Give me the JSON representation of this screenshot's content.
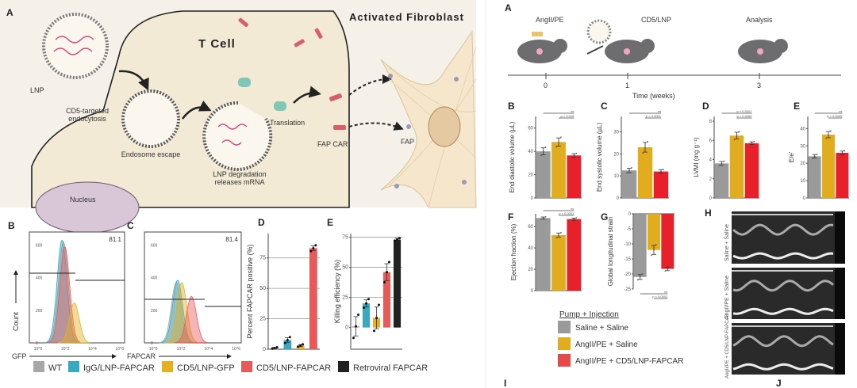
{
  "left_figure": {
    "diagram": {
      "panel": "A",
      "title_t_cell": "T Cell",
      "title_fibroblast": "Activated Fibroblast",
      "labels": {
        "lnp": "LNP",
        "endocytosis": "CD5-targeted endocytosis",
        "endosome_escape": "Endosome escape",
        "nucleus": "Nucleus",
        "degradation": "LNP degradation releases mRNA",
        "translation": "Translation",
        "fap_car": "FAP CAR",
        "fap": "FAP"
      }
    },
    "legend": [
      {
        "label": "WT",
        "color": "#a7a7a9"
      },
      {
        "label": "IgG/LNP-FAPCAR",
        "color": "#3aa9c0"
      },
      {
        "label": "CD5/LNP-GFP",
        "color": "#e5b021"
      },
      {
        "label": "CD5/LNP-FAPCAR",
        "color": "#e85a5a"
      },
      {
        "label": "Retroviral FAPCAR",
        "color": "#222222"
      }
    ]
  },
  "right_figure": {
    "timeline": {
      "panel": "A",
      "events": [
        "AngII/PE",
        "CD5/LNP",
        "Analysis"
      ],
      "ticks": [
        "0",
        "1",
        "3"
      ],
      "xlabel": "Time (weeks)"
    },
    "legend": {
      "title": "Pump + Injection",
      "items": [
        {
          "label": "Saline + Saline",
          "color": "#9a9a9a"
        },
        {
          "label": "AngII/PE + Saline",
          "color": "#e2ac1f"
        },
        {
          "label": "AngII/PE + CD5/LNP-FAPCAR",
          "color": "#e8202a"
        }
      ]
    },
    "echo": {
      "panel": "H",
      "rows": [
        "Saline + Saline",
        "AngII/PE + Saline",
        "AngII/PE + CD5/LNP-FAPCAR"
      ]
    },
    "panel_i": "I",
    "panel_j": "J"
  },
  "chart_data": [
    {
      "id": "histB",
      "panel": "B",
      "type": "histogram",
      "xlabel": "GFP",
      "ylabel": "Count",
      "xscale": "log",
      "xticks": [
        "10^0",
        "10^2",
        "10^4",
        "10^6"
      ],
      "yticks": [
        0,
        200,
        400,
        600
      ],
      "gate_percent": "81.1",
      "series": [
        {
          "color": "#a7a7a9",
          "peak_log": 2.0,
          "count": 620
        },
        {
          "color": "#3aa9c0",
          "peak_log": 1.9,
          "count": 630
        },
        {
          "color": "#e85a5a",
          "peak_log": 2.1,
          "count": 590
        },
        {
          "color": "#e5b021",
          "peak_log": 2.8,
          "count": 245
        }
      ]
    },
    {
      "id": "histC",
      "panel": "C",
      "type": "histogram",
      "xlabel": "FAPCAR",
      "ylabel": "",
      "xscale": "log",
      "xticks": [
        "10^0",
        "10^2",
        "10^4",
        "10^6"
      ],
      "yticks": [
        0,
        200,
        400,
        600
      ],
      "gate_percent": "81.4",
      "series": [
        {
          "color": "#a7a7a9",
          "peak_log": 1.8,
          "count": 370
        },
        {
          "color": "#3aa9c0",
          "peak_log": 1.9,
          "count": 385
        },
        {
          "color": "#e5b021",
          "peak_log": 2.2,
          "count": 370
        },
        {
          "color": "#e85a5a",
          "peak_log": 2.9,
          "count": 285
        }
      ]
    },
    {
      "id": "barD",
      "panel": "D",
      "type": "bar",
      "ylabel": "Percent FAPCAR positive (%)",
      "ylim": [
        0,
        95
      ],
      "yticks": [
        0,
        25,
        50,
        75
      ],
      "values": [
        1,
        7.5,
        3,
        83
      ],
      "errors": [
        0.5,
        2,
        0.8,
        2
      ],
      "colors": [
        "#a7a7a9",
        "#3aa9c0",
        "#e5b021",
        "#e85a5a"
      ]
    },
    {
      "id": "barE",
      "panel": "E",
      "type": "bar",
      "ylabel": "Killing efficiency (%)",
      "ylim": [
        -18,
        78
      ],
      "yticks": [
        0,
        25,
        50,
        75
      ],
      "values": [
        1,
        20,
        8,
        46,
        73
      ],
      "errors": [
        8,
        3,
        9,
        7,
        1
      ],
      "colors": [
        "#a7a7a9",
        "#3aa9c0",
        "#e5b021",
        "#e85a5a",
        "#222222"
      ]
    },
    {
      "id": "rB",
      "panel": "B",
      "type": "bar",
      "ylabel": "End diastolic volume (µL)",
      "ylim": [
        0,
        70
      ],
      "yticks": [
        0,
        20,
        40,
        60
      ],
      "values": [
        40,
        48,
        36.5
      ],
      "errors": [
        3,
        3.5,
        1.5
      ],
      "colors": [
        "#9a9a9a",
        "#e2ac1f",
        "#e8202a"
      ],
      "annotations": [
        "ns",
        "p = 0.018"
      ]
    },
    {
      "id": "rC",
      "panel": "C",
      "type": "bar",
      "ylabel": "End systolic volume (µL)",
      "ylim": [
        0,
        37
      ],
      "yticks": [
        0,
        10,
        20,
        30
      ],
      "values": [
        12.5,
        23,
        12
      ],
      "errors": [
        1,
        2.2,
        0.8
      ],
      "colors": [
        "#9a9a9a",
        "#e2ac1f",
        "#e8202a"
      ],
      "annotations": [
        "ns",
        "p < 0.0001"
      ]
    },
    {
      "id": "rD",
      "panel": "D",
      "type": "bar",
      "ylabel": "LVMI (mg g⁻¹)",
      "ylim": [
        0,
        8.5
      ],
      "yticks": [
        0,
        2,
        4,
        6,
        8
      ],
      "values": [
        3.6,
        6.5,
        5.7
      ],
      "errors": [
        0.2,
        0.35,
        0.15
      ],
      "colors": [
        "#9a9a9a",
        "#e2ac1f",
        "#e8202a"
      ],
      "annotations": [
        "p < 0.0001",
        "p = 0.0062"
      ]
    },
    {
      "id": "rE",
      "panel": "E",
      "type": "bar",
      "ylabel": "E/e'",
      "ylim": [
        0,
        47
      ],
      "yticks": [
        0,
        10,
        20,
        30,
        40
      ],
      "values": [
        24,
        36.5,
        26
      ],
      "errors": [
        1,
        1.8,
        1
      ],
      "colors": [
        "#9a9a9a",
        "#e2ac1f",
        "#e8202a"
      ],
      "annotations": [
        "ns",
        "p = 0.0005"
      ]
    },
    {
      "id": "rF",
      "panel": "F",
      "type": "bar",
      "ylabel": "Ejection fraction (%)",
      "ylim": [
        0,
        72
      ],
      "yticks": [
        0,
        20,
        40,
        60
      ],
      "values": [
        68,
        52,
        67
      ],
      "errors": [
        1,
        2,
        1
      ],
      "colors": [
        "#9a9a9a",
        "#e2ac1f",
        "#e8202a"
      ],
      "annotations": [
        "ns",
        "p = 0.0001"
      ]
    },
    {
      "id": "rG",
      "panel": "G",
      "type": "bar",
      "ylabel": "Global longitudinal strain",
      "ylim": [
        -25,
        0
      ],
      "yticks": [
        0,
        -5,
        -10,
        -15,
        -20,
        -25
      ],
      "values": [
        -21,
        -12,
        -18.3
      ],
      "errors": [
        0.8,
        1.5,
        0.6
      ],
      "colors": [
        "#9a9a9a",
        "#e2ac1f",
        "#e8202a"
      ],
      "annotations": [
        "ns",
        "p = 0.0002"
      ]
    }
  ]
}
